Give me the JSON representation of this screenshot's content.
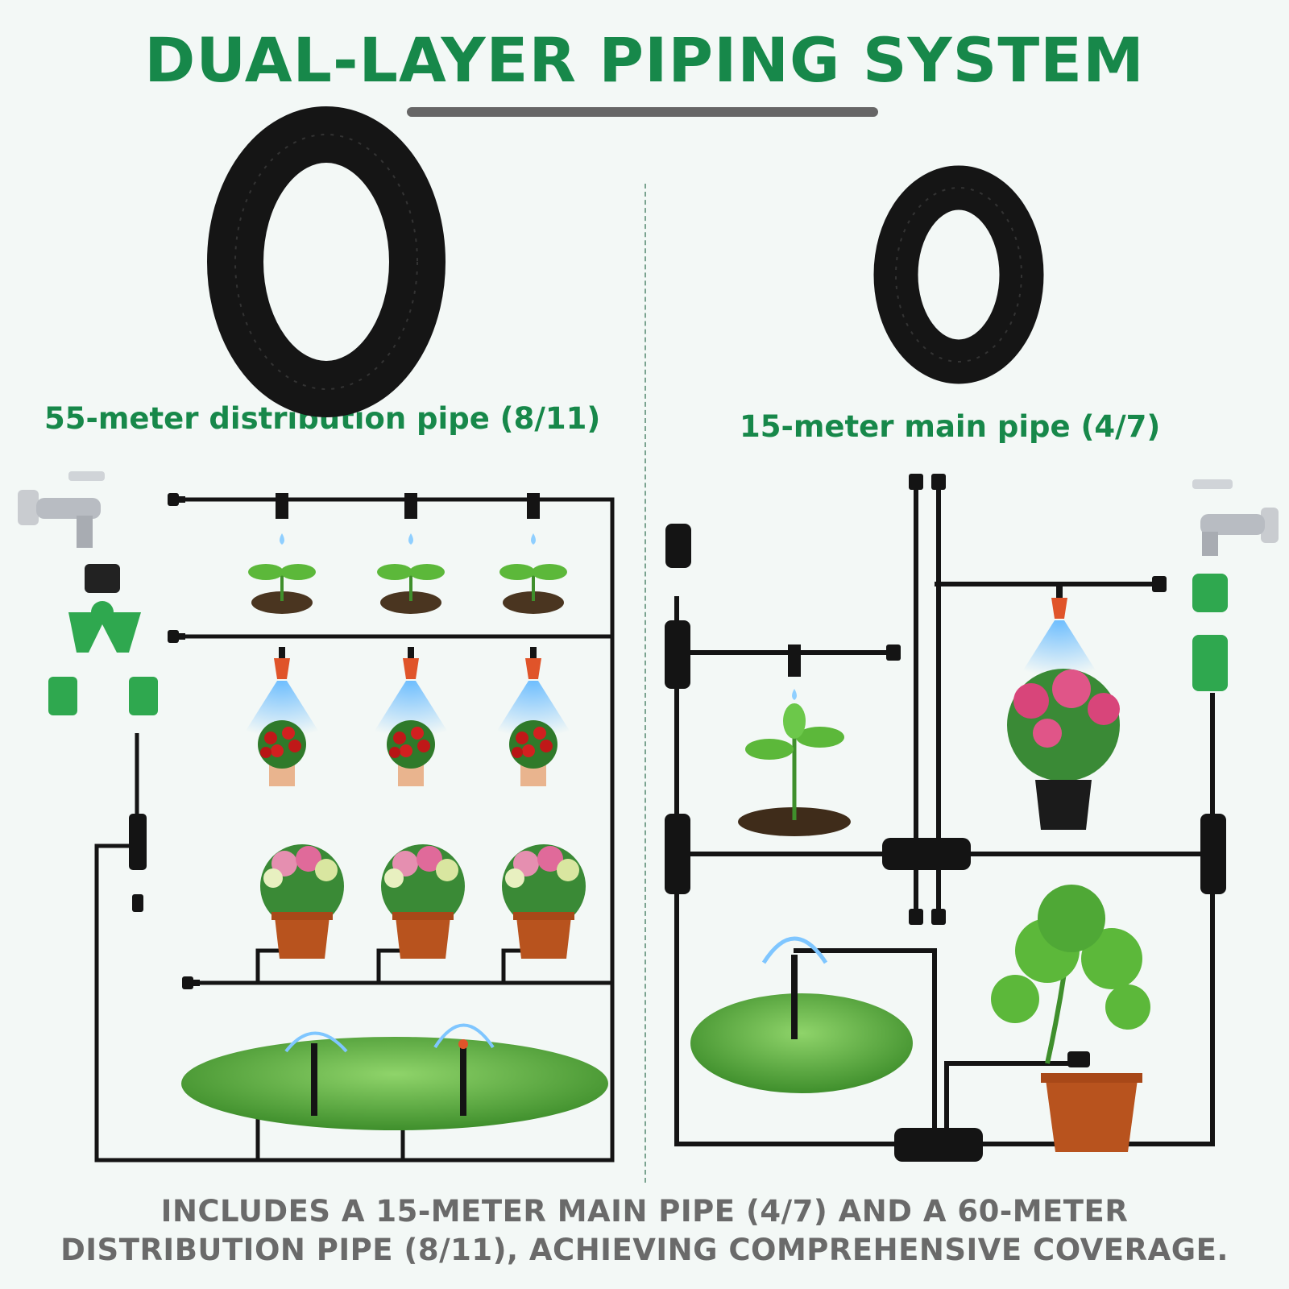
{
  "colors": {
    "title": "#17884a",
    "label": "#17884a",
    "footer": "#6a6a6a",
    "pipe": "#141414",
    "connector_green": "#2fa84f",
    "nozzle_orange": "#e0542a"
  },
  "header": {
    "title": "DUAL-LAYER PIPING SYSTEM"
  },
  "left": {
    "pipe_label": "55-meter distribution pipe (8/11)"
  },
  "right": {
    "pipe_label": "15-meter main pipe (4/7)"
  },
  "footer": {
    "line1": "INCLUDES A 15-METER MAIN PIPE (4/7) AND A 60-METER",
    "line2": "DISTRIBUTION PIPE (8/11), ACHIEVING COMPREHENSIVE COVERAGE."
  },
  "icons": [
    "pipe-coil-icon",
    "faucet-icon",
    "y-splitter-icon",
    "hose-connector-icon",
    "drip-nozzle-icon",
    "mist-nozzle-icon",
    "seedling-icon",
    "flower-pot-icon",
    "lawn-sprinkler-icon",
    "end-plug-icon",
    "tee-connector-icon"
  ]
}
